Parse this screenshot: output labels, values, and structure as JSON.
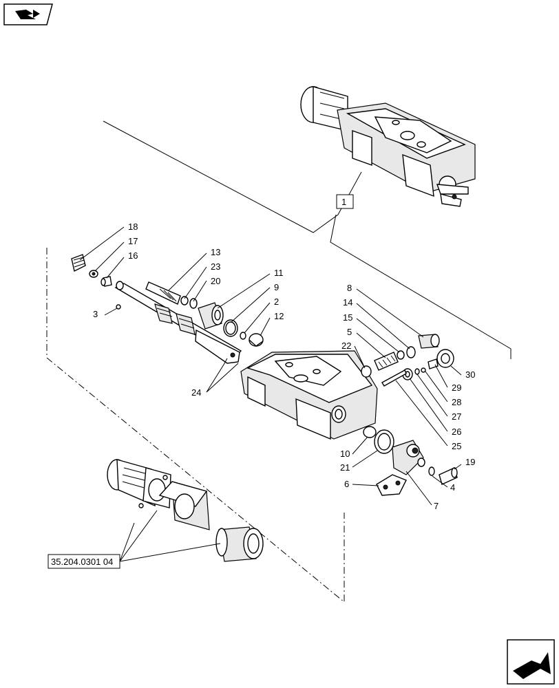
{
  "icons": {
    "top_left": "book-arrow-icon",
    "bottom_right": "next-page-arrow-icon"
  },
  "assembly_ref": "1",
  "kit_ref": "35.204.0301 04",
  "callouts": {
    "c18": "18",
    "c17": "17",
    "c16": "16",
    "c3": "3",
    "c13": "13",
    "c23": "23",
    "c20": "20",
    "c11": "11",
    "c9": "9",
    "c2": "2",
    "c12": "12",
    "c8": "8",
    "c14": "14",
    "c15": "15",
    "c5": "5",
    "c22": "22",
    "c30": "30",
    "c29": "29",
    "c28": "28",
    "c27": "27",
    "c26": "26",
    "c25": "25",
    "c24": "24",
    "c10": "10",
    "c21": "21",
    "c6": "6",
    "c7": "7",
    "c4": "4",
    "c19": "19"
  }
}
